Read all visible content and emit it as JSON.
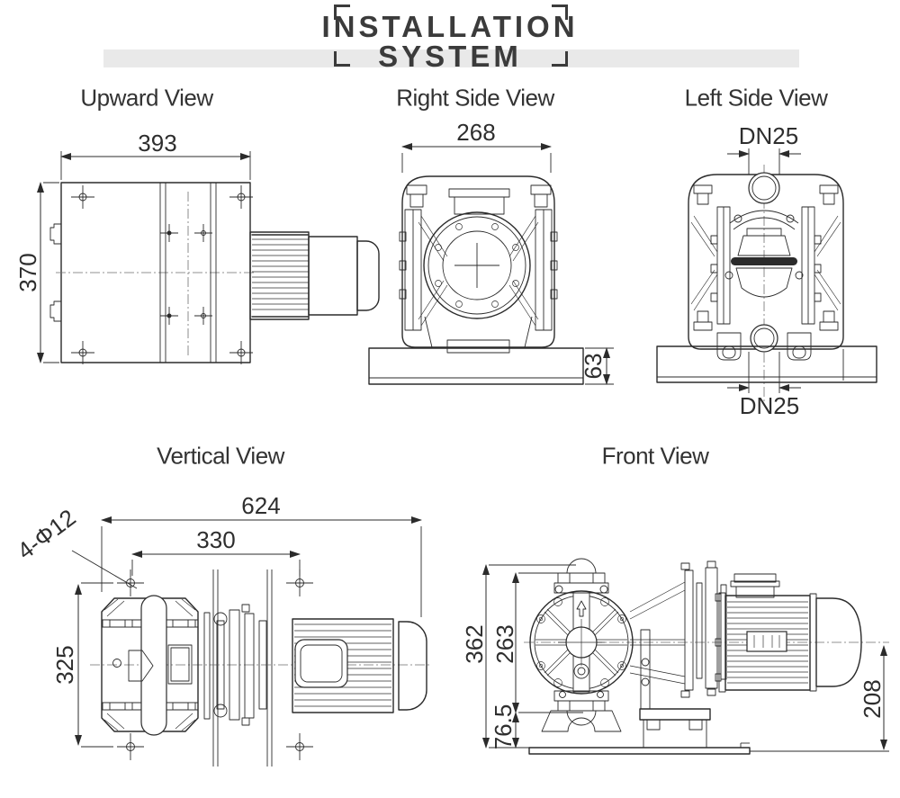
{
  "header": {
    "title_line1": "INSTALLATION",
    "title_line2": "SYSTEM"
  },
  "colors": {
    "line": "#2b2b2b",
    "band": "#e9e9e9",
    "text": "#333333"
  },
  "views": {
    "upward": {
      "title": "Upward View",
      "dims": {
        "width": "393",
        "depth": "370"
      }
    },
    "right_side": {
      "title": "Right Side View",
      "dims": {
        "width": "268",
        "base_height": "63"
      }
    },
    "left_side": {
      "title": "Left Side View",
      "dims": {
        "inlet": "DN25",
        "outlet": "DN25"
      }
    },
    "vertical": {
      "title": "Vertical View",
      "dims": {
        "overall_length": "624",
        "hole_spacing": "330",
        "width": "325",
        "mounting_holes": "4-Φ12"
      }
    },
    "front": {
      "title": "Front View",
      "dims": {
        "overall_height": "362",
        "inlet_center_height": "263",
        "foot_height": "76.5",
        "shaft_center_height": "208"
      }
    }
  }
}
